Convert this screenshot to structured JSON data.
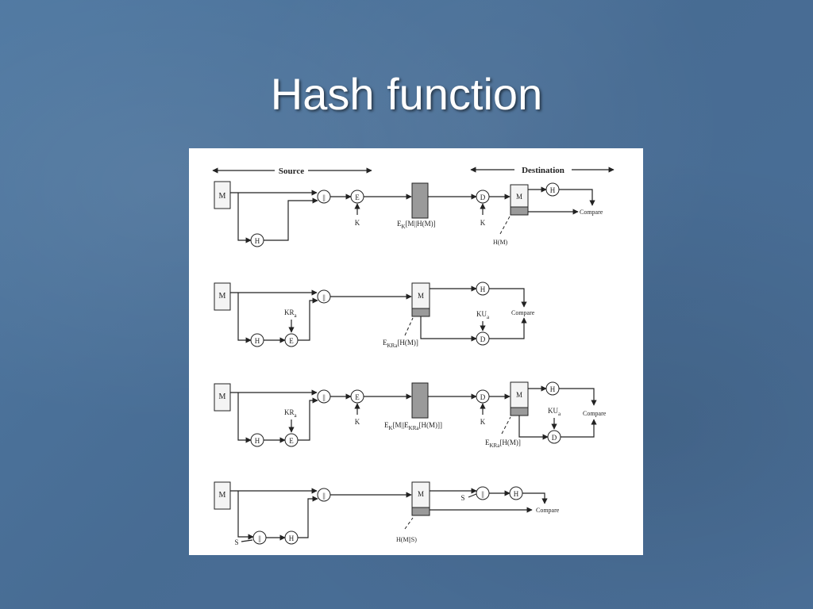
{
  "slide": {
    "title": "Hash function"
  },
  "diagram": {
    "source_label": "Source",
    "destination_label": "Destination",
    "node": {
      "m": "M",
      "h": "H",
      "concat": "||",
      "e": "E",
      "d": "D",
      "k": "K",
      "kra": "KR",
      "kra_sub": "a",
      "kua": "KU",
      "kua_sub": "a",
      "s": "S",
      "compare": "Compare"
    },
    "labels": {
      "p1_cipher": "E",
      "p1_cipher_sub": "K",
      "p1_cipher_rest": "[M||H(M)]",
      "p1_hm": "H(M)",
      "p2_sig": "E",
      "p2_sig_sub": "KRa",
      "p2_sig_rest": "[H(M)]",
      "p3_cipher": "E",
      "p3_cipher_sub": "K",
      "p3_cipher_mid": "[M||E",
      "p3_cipher_sub2": "KRa",
      "p3_cipher_rest": "[H(M)]]",
      "p3_sig": "E",
      "p3_sig_sub": "KRa",
      "p3_sig_rest": "[H(M)]",
      "p4_hms": "H(M||S)"
    }
  }
}
